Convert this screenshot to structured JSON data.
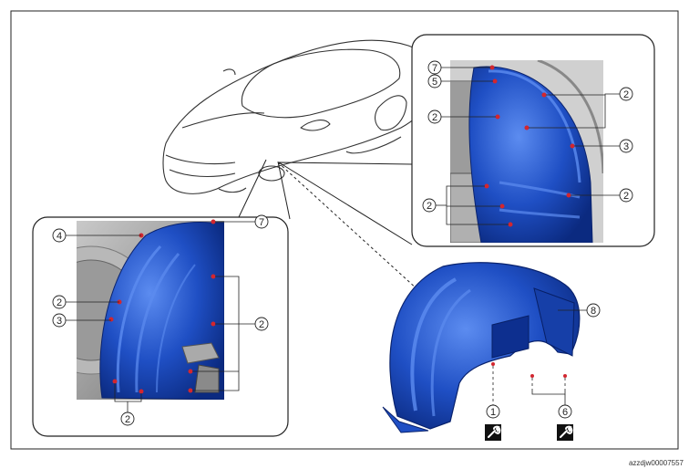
{
  "callouts": {
    "c1": "1",
    "c2": "2",
    "c3": "3",
    "c4": "4",
    "c5": "5",
    "c6": "6",
    "c7": "7",
    "c8": "8"
  },
  "wrench_icons": [
    "wrench-icon",
    "wrench-icon"
  ],
  "reference_code": "azzdjw00007557",
  "colors": {
    "liner_blue": "#1f4fc4",
    "liner_dark": "#0d2f8f",
    "liner_light": "#4f7fe6",
    "clip_red": "#d2262f",
    "frame": "#222222",
    "background": "#ffffff"
  }
}
